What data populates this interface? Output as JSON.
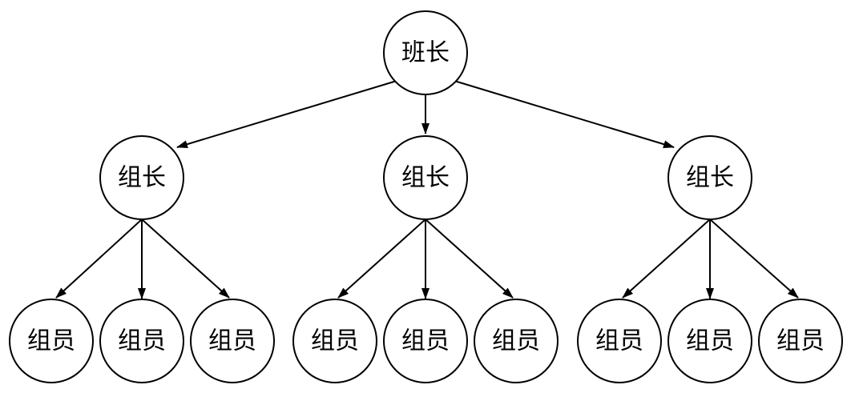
{
  "diagram": {
    "root": {
      "label": "班长",
      "children": [
        {
          "label": "组长",
          "children": [
            {
              "label": "组员"
            },
            {
              "label": "组员"
            },
            {
              "label": "组员"
            }
          ]
        },
        {
          "label": "组长",
          "children": [
            {
              "label": "组员"
            },
            {
              "label": "组员"
            },
            {
              "label": "组员"
            }
          ]
        },
        {
          "label": "组长",
          "children": [
            {
              "label": "组员"
            },
            {
              "label": "组员"
            },
            {
              "label": "组员"
            }
          ]
        }
      ]
    },
    "colors": {
      "stroke": "#000000",
      "fill": "#ffffff",
      "text": "#000000"
    }
  }
}
